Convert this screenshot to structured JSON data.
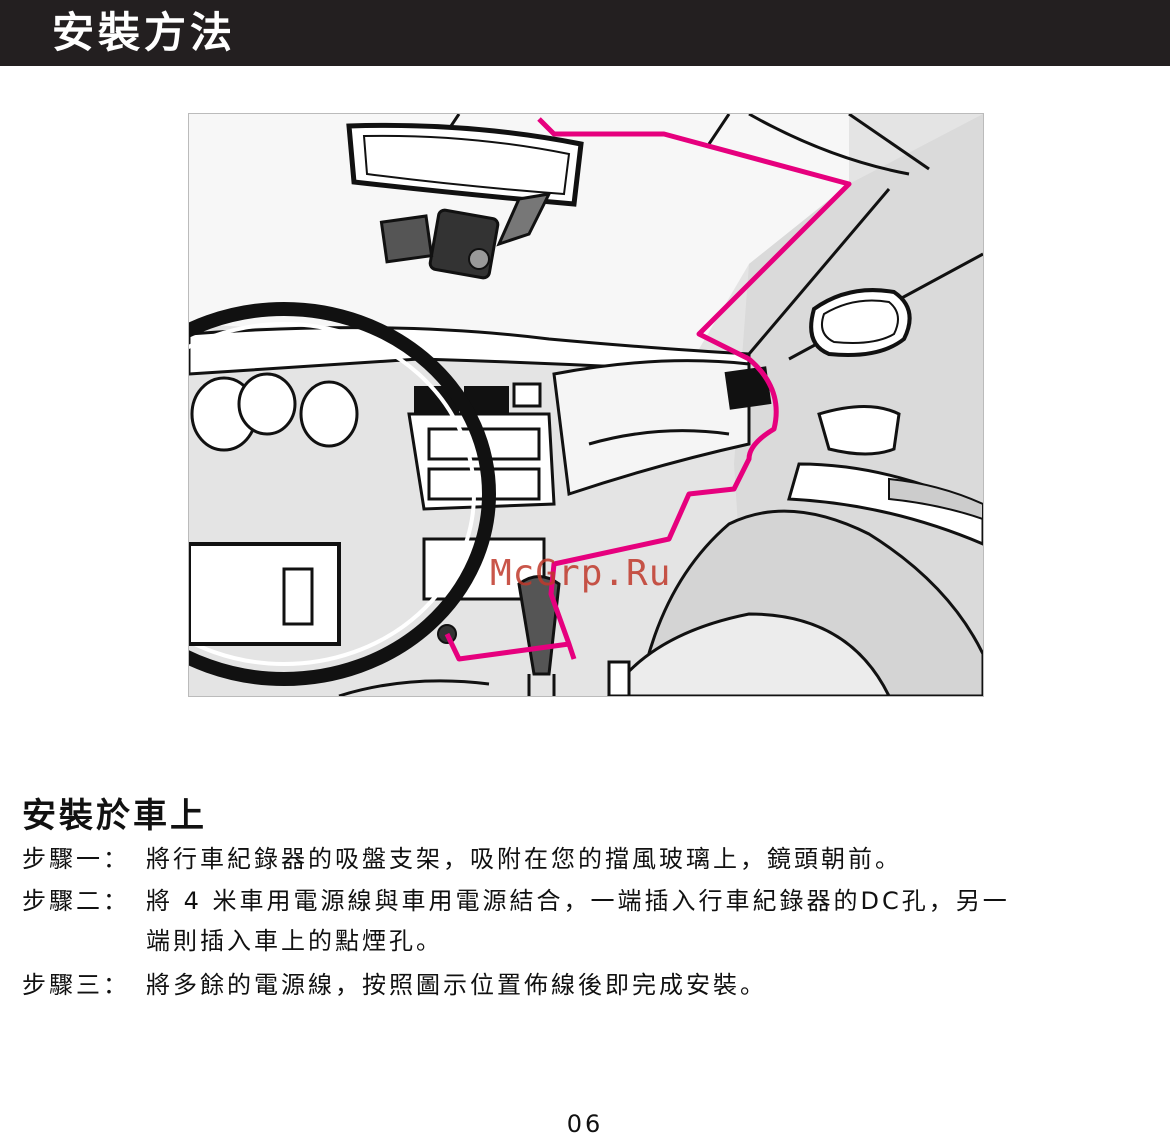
{
  "header": {
    "title": "安裝方法"
  },
  "figure": {
    "watermark": "McGrp.Ru",
    "cable_color": "#e6007e"
  },
  "section": {
    "heading": "安裝於車上",
    "steps": [
      {
        "label": "步驟一：",
        "text": "將行車紀錄器的吸盤支架，吸附在您的擋風玻璃上，鏡頭朝前。",
        "cont": ""
      },
      {
        "label": "步驟二：",
        "text": "將 4 米車用電源線與車用電源結合，一端插入行車紀錄器的DC孔，另一",
        "cont": "端則插入車上的點煙孔。"
      },
      {
        "label": "步驟三：",
        "text": "將多餘的電源線，按照圖示位置佈線後即完成安裝。",
        "cont": ""
      }
    ]
  },
  "footer": {
    "page_number": "06"
  }
}
